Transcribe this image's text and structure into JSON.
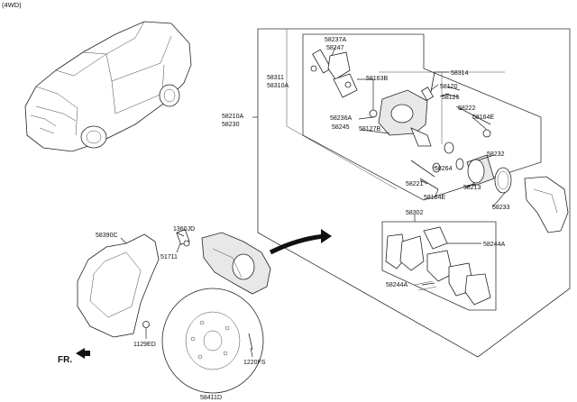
{
  "header": {
    "variant": "(4WD)"
  },
  "direction": {
    "label": "FR."
  },
  "parts": {
    "p58237A": "58237A",
    "p58247": "58247",
    "p58311": "58311",
    "p58310A": "58310A",
    "p58163B": "58163B",
    "p58314": "58314",
    "p58120": "58120",
    "p58125": "58125",
    "p58222": "58222",
    "p58164E_a": "58164E",
    "p58210A": "58210A",
    "p58230": "58230",
    "p58236A": "58236A",
    "p58245": "58245",
    "p58127B": "58127B",
    "p58264": "58264",
    "p58232": "58232",
    "p58221": "58221",
    "p58213": "58213",
    "p58164E_b": "58164E",
    "p58233": "58233",
    "p58302": "58302",
    "p58244A_a": "58244A",
    "p58244A_b": "58244A",
    "p58390C": "58390C",
    "p1360JD": "1360JD",
    "p51711": "51711",
    "p1129ED": "1129ED",
    "p1220FS": "1220FS",
    "p58411D": "58411D"
  }
}
